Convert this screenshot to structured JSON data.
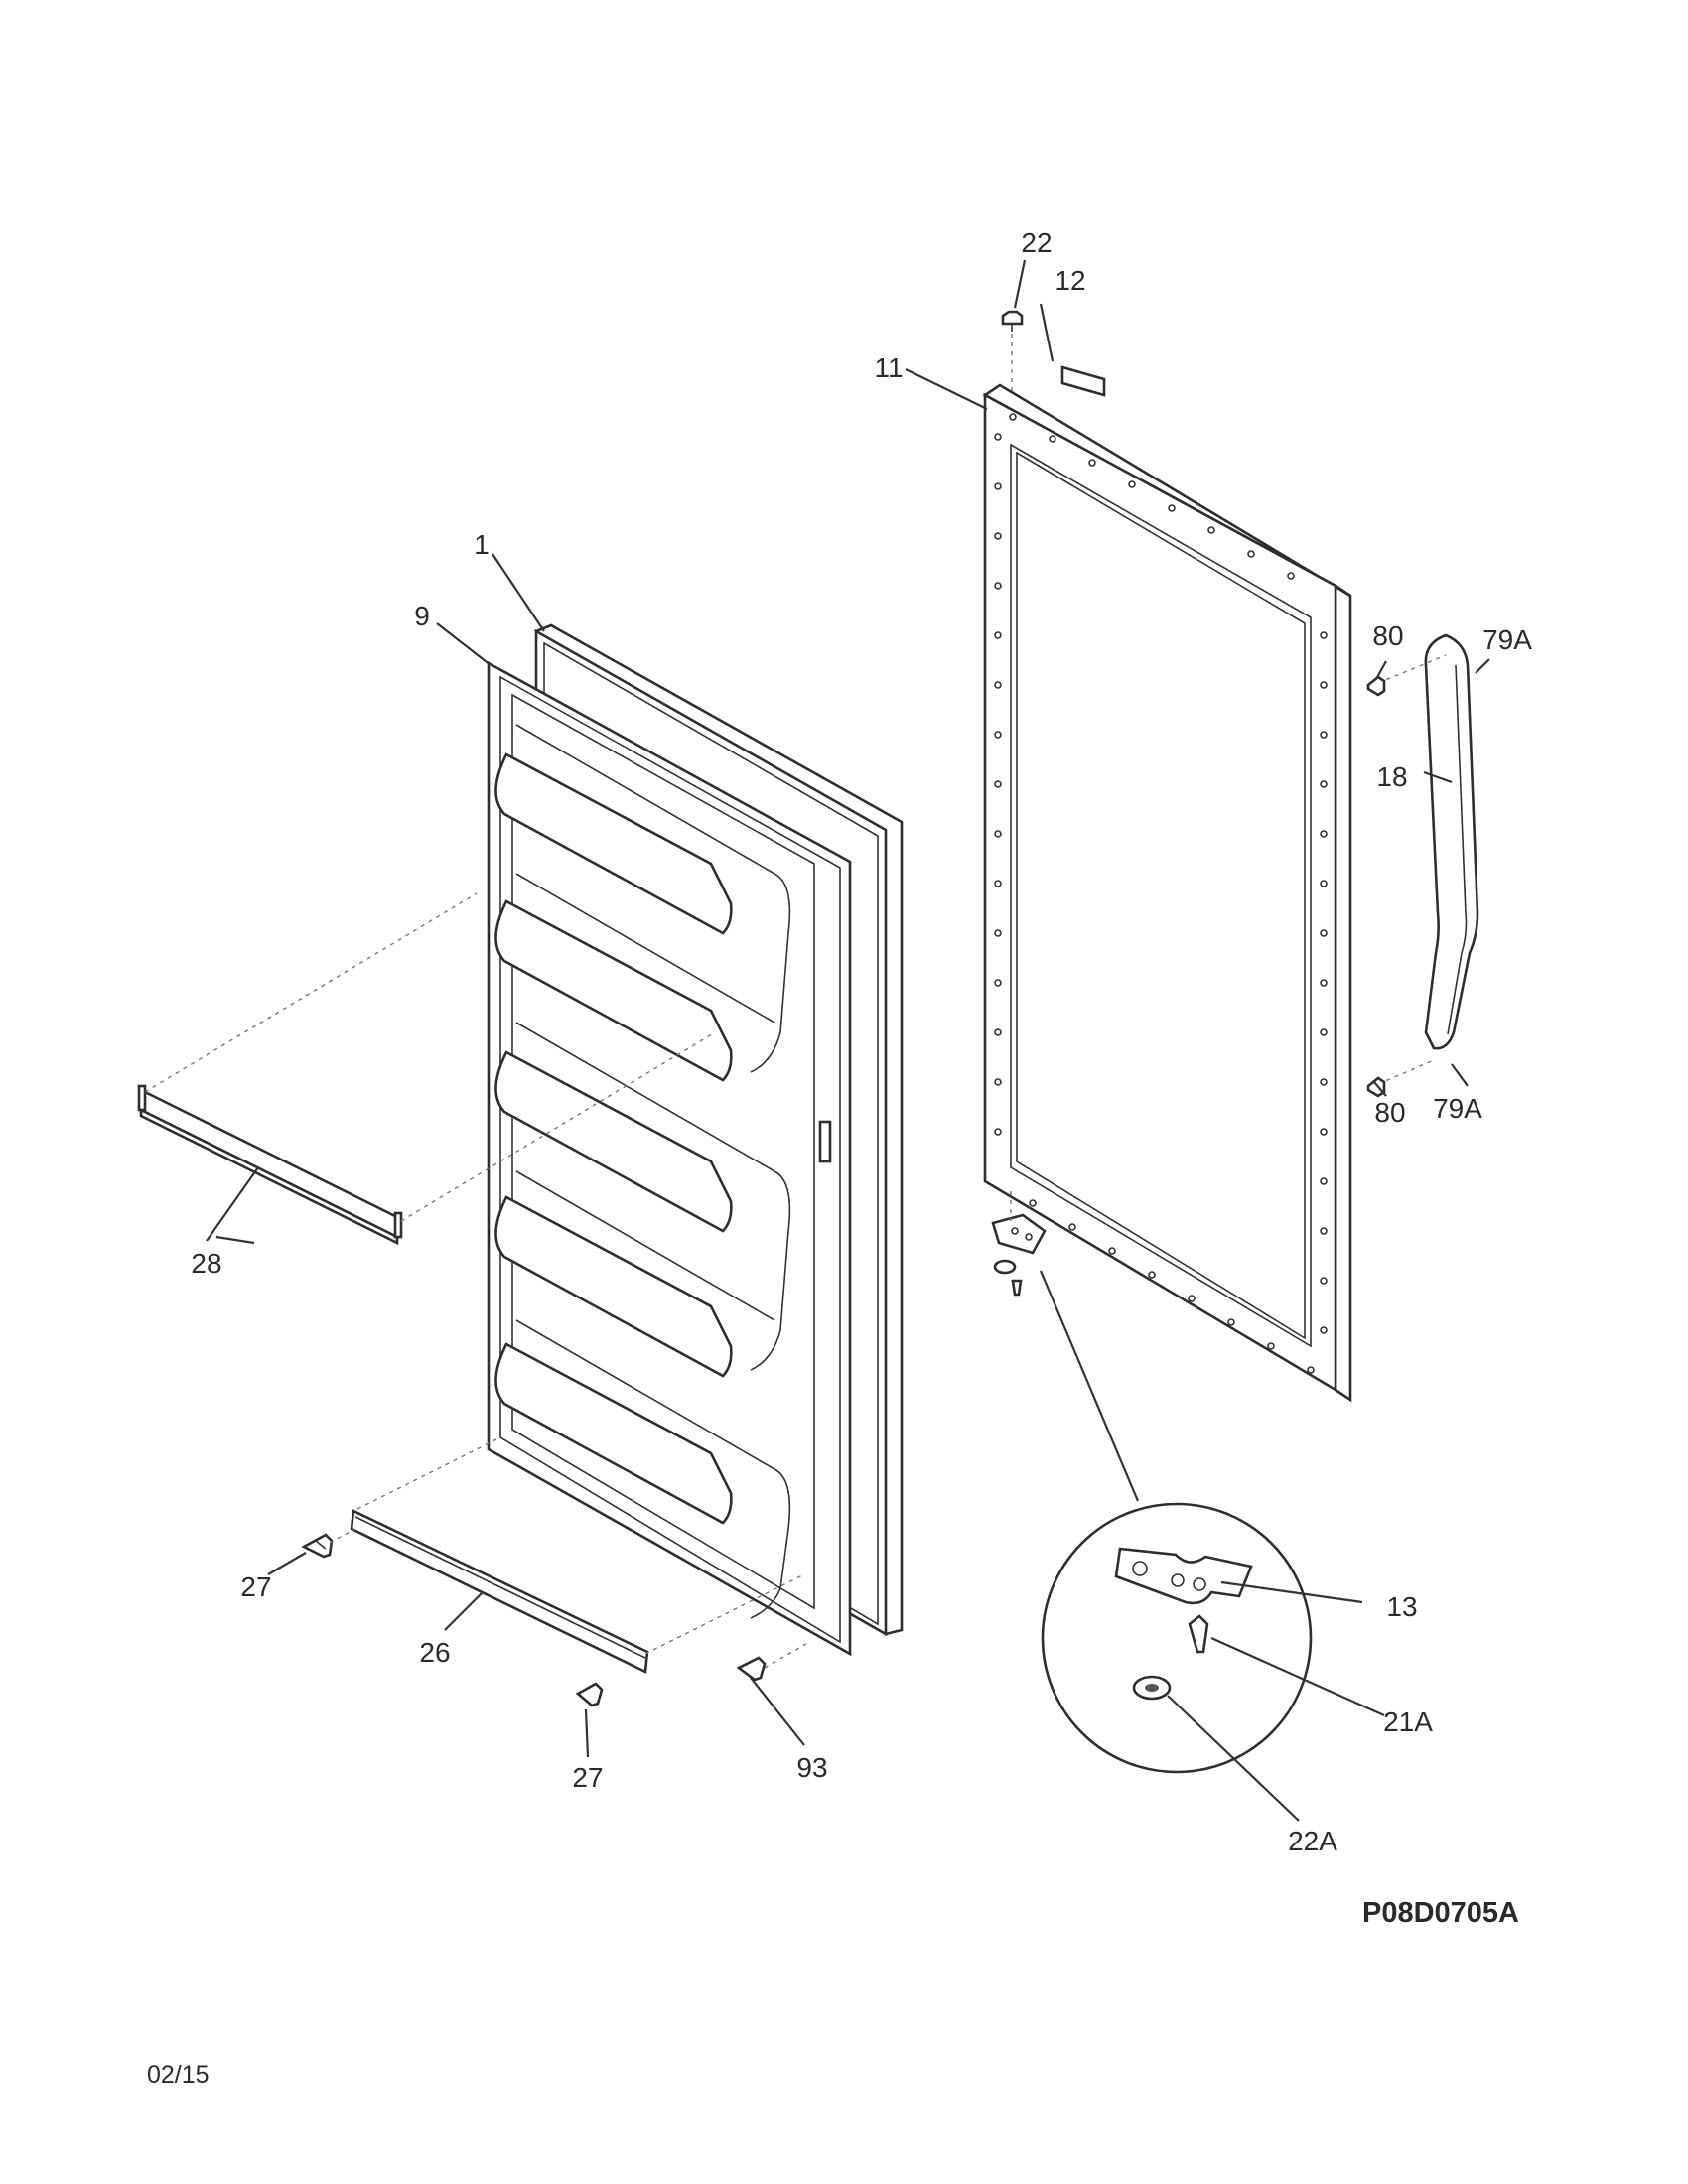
{
  "diagram": {
    "code": "P08D0705A",
    "date": "02/15",
    "callouts": [
      {
        "id": "1",
        "label": "1"
      },
      {
        "id": "9",
        "label": "9"
      },
      {
        "id": "11",
        "label": "11"
      },
      {
        "id": "12",
        "label": "12"
      },
      {
        "id": "13",
        "label": "13"
      },
      {
        "id": "18",
        "label": "18"
      },
      {
        "id": "21A",
        "label": "21A"
      },
      {
        "id": "22",
        "label": "22"
      },
      {
        "id": "22A",
        "label": "22A"
      },
      {
        "id": "26",
        "label": "26"
      },
      {
        "id": "27a",
        "label": "27"
      },
      {
        "id": "27b",
        "label": "27"
      },
      {
        "id": "28",
        "label": "28"
      },
      {
        "id": "79Aa",
        "label": "79A"
      },
      {
        "id": "79Ab",
        "label": "79A"
      },
      {
        "id": "80a",
        "label": "80"
      },
      {
        "id": "80b",
        "label": "80"
      },
      {
        "id": "93",
        "label": "93"
      }
    ]
  }
}
